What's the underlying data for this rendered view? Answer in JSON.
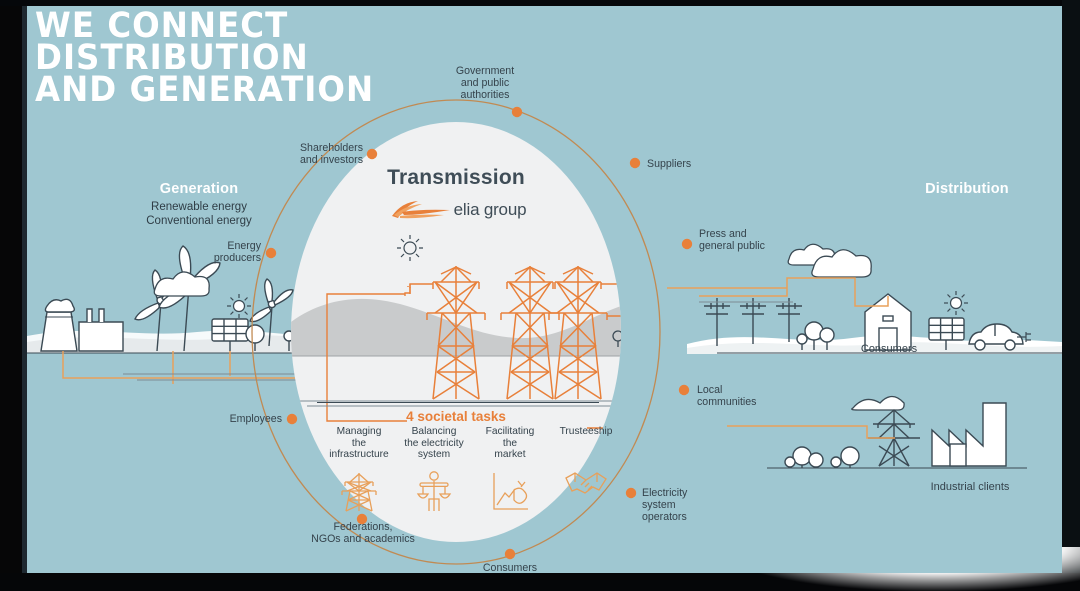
{
  "headline": {
    "line1": "WE CONNECT",
    "line2": "DISTRIBUTION",
    "line3": "AND GENERATION"
  },
  "colors": {
    "background": "#9fc7d1",
    "disc": "#f0f1f2",
    "accent_orange": "#e8803a",
    "ring_line": "#c18a52",
    "text_dark": "#35434c",
    "white": "#ffffff"
  },
  "sections": {
    "generation": {
      "title": "Generation",
      "sub1": "Renewable energy",
      "sub2": "Conventional energy"
    },
    "distribution": {
      "title": "Distribution"
    }
  },
  "center": {
    "title": "Transmission",
    "logo_text": "elia group",
    "logo_icon": "elia-swoosh-icon"
  },
  "societal": {
    "heading": "4 societal tasks",
    "tasks": [
      {
        "label": "Managing\nthe\ninfrastructure",
        "l1": "Managing",
        "l2": "the",
        "l3": "infrastructure",
        "icon": "pylon-icon"
      },
      {
        "label": "Balancing\nthe electricity\nsystem",
        "l1": "Balancing",
        "l2": "the electricity",
        "l3": "system",
        "icon": "balance-scales-icon"
      },
      {
        "label": "Facilitating\nthe\nmarket",
        "l1": "Facilitating",
        "l2": "the",
        "l3": "market",
        "icon": "plug-chart-icon"
      },
      {
        "label": "Trusteeship",
        "l1": "Trusteeship",
        "l2": "",
        "l3": "",
        "icon": "handshake-icon"
      }
    ]
  },
  "stakeholders": [
    {
      "id": "government",
      "l1": "Government",
      "l2": "and public",
      "l3": "authorities"
    },
    {
      "id": "suppliers",
      "l1": "Suppliers",
      "l2": "",
      "l3": ""
    },
    {
      "id": "press",
      "l1": "Press and",
      "l2": "general public",
      "l3": ""
    },
    {
      "id": "local-communities",
      "l1": "Local",
      "l2": "communities",
      "l3": ""
    },
    {
      "id": "electricity-system-operators",
      "l1": "Electricity",
      "l2": "system",
      "l3": "operators"
    },
    {
      "id": "consumers",
      "l1": "Consumers",
      "l2": "",
      "l3": ""
    },
    {
      "id": "federations",
      "l1": "Federations,",
      "l2": "NGOs and academics",
      "l3": ""
    },
    {
      "id": "employees",
      "l1": "Employees",
      "l2": "",
      "l3": ""
    },
    {
      "id": "energy-producers",
      "l1": "Energy",
      "l2": "producers",
      "l3": ""
    },
    {
      "id": "shareholders",
      "l1": "Shareholders",
      "l2": "and investors",
      "l3": ""
    }
  ],
  "scene_labels": {
    "consumers": "Consumers",
    "industrial_clients": "Industrial clients"
  }
}
